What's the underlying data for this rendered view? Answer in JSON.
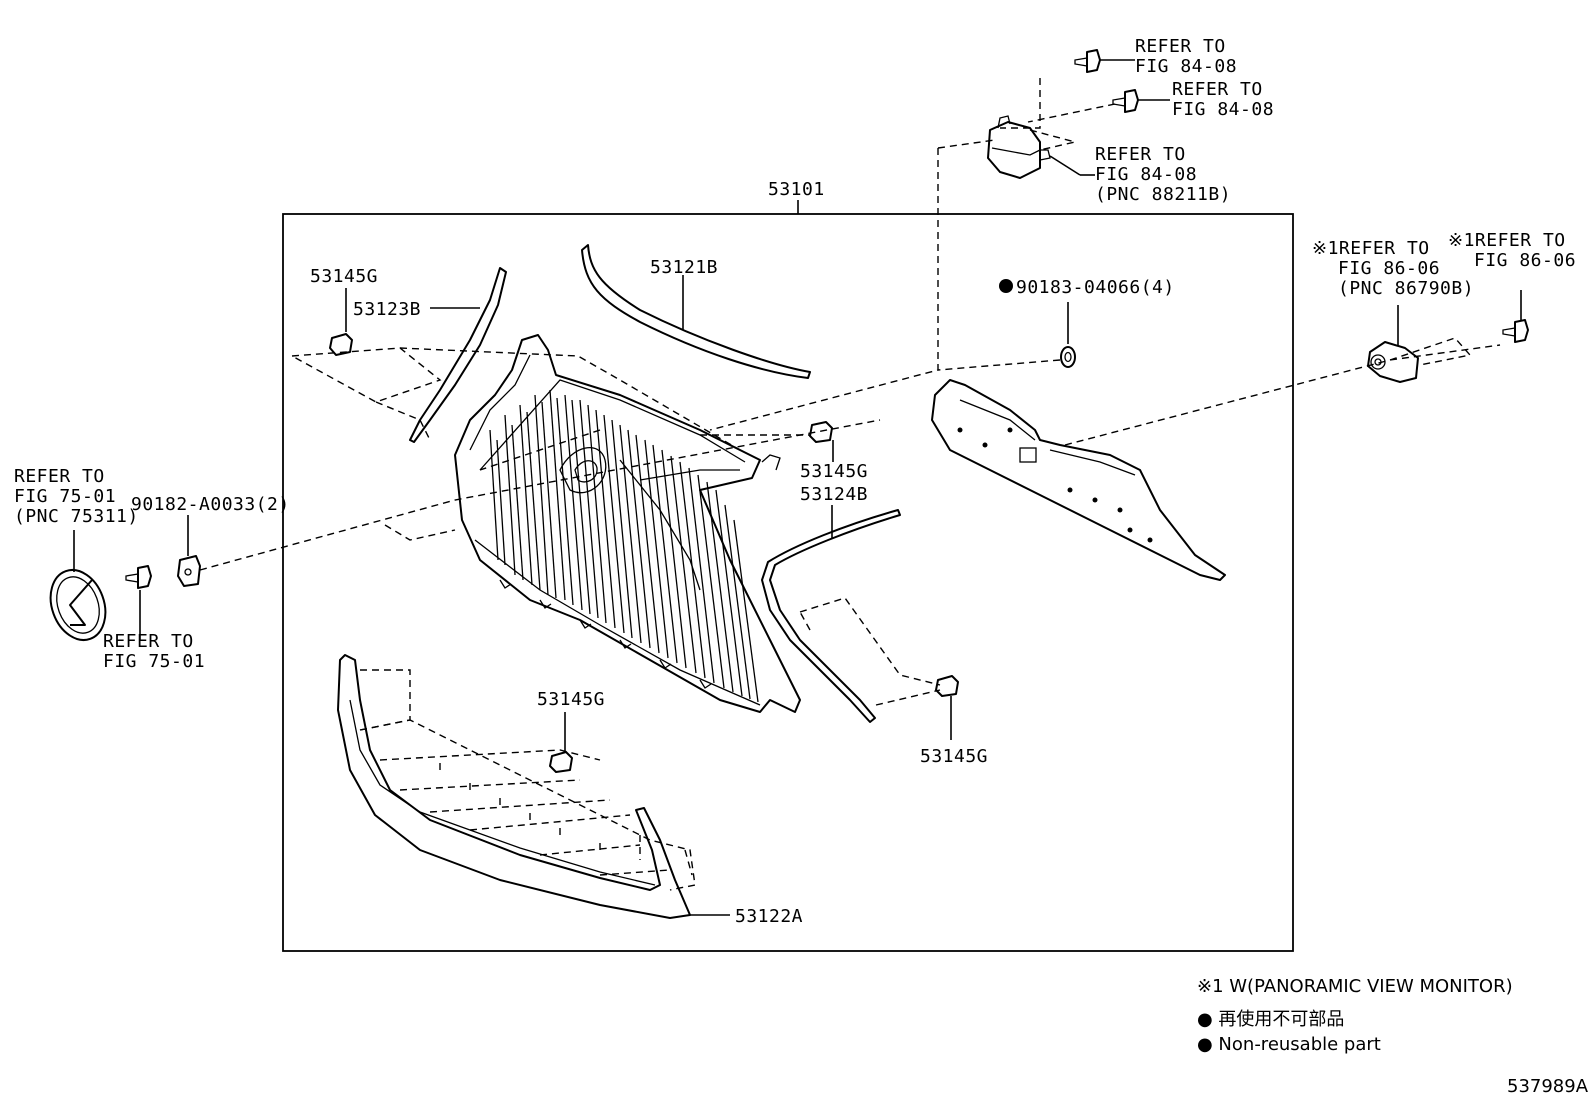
{
  "assembly": {
    "pnc": "53101"
  },
  "labels": {
    "p53145g_top": "53145G",
    "p53123b": "53123B",
    "p53121b": "53121B",
    "p90183": "90183-04066(4)",
    "p53145g_mid": "53145G",
    "p53124b": "53124B",
    "p53145g_bottom": "53145G",
    "p53145g_right": "53145G",
    "p53122a": "53122A",
    "p90182": "90182-A0033(2)"
  },
  "refers": {
    "fig8408_a": {
      "line1": "REFER TO",
      "line2": "FIG 84-08"
    },
    "fig8408_b": {
      "line1": "REFER TO",
      "line2": "FIG 84-08"
    },
    "fig8408_c": {
      "line1": "REFER TO",
      "line2": "FIG 84-08",
      "line3": "(PNC 88211B)"
    },
    "fig8606_a": {
      "line1": "※1REFER TO",
      "line2": "FIG 86-06",
      "line3": "(PNC 86790B)"
    },
    "fig8606_b": {
      "line1": "※1REFER TO",
      "line2": "FIG 86-06"
    },
    "fig7501_a": {
      "line1": "REFER TO",
      "line2": "FIG 75-01",
      "line3": "(PNC 75311)"
    },
    "fig7501_b": {
      "line1": "REFER TO",
      "line2": "FIG 75-01"
    }
  },
  "legend": {
    "note": "※1 W(PANORAMIC VIEW MONITOR)",
    "bullet_jp": "● 再使用不可部品",
    "bullet_en": "● Non-reusable part"
  },
  "figure_id": "537989A"
}
